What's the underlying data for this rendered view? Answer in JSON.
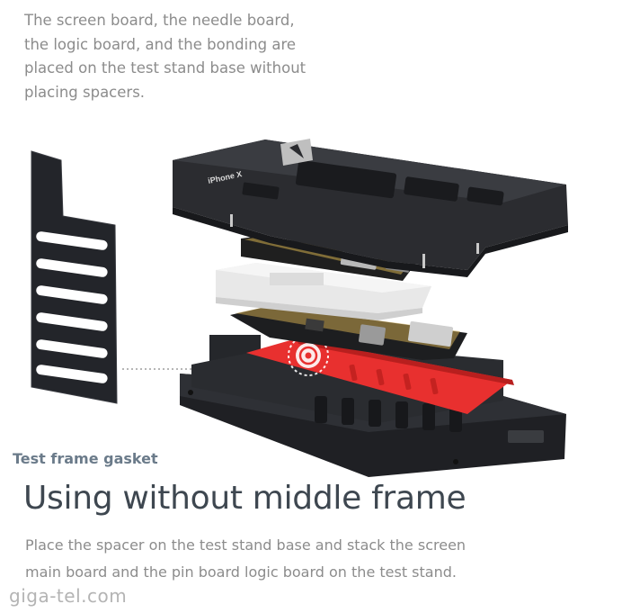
{
  "intro": {
    "lines": [
      "The screen board, the needle board,",
      "the logic board, and the bonding are",
      "placed on the test stand base without",
      "placing spacers."
    ]
  },
  "illustration": {
    "top_frame_label": "iPhone X",
    "gasket_label": "Test frame gasket",
    "accent_color": "#e8302f",
    "frame_color": "#2b2c30"
  },
  "section": {
    "heading": "Using without middle frame",
    "description_lines": [
      "Place the spacer on the test stand base and stack the screen",
      "main board and the pin board logic board on the test stand."
    ]
  },
  "watermark": "giga-tel.com"
}
